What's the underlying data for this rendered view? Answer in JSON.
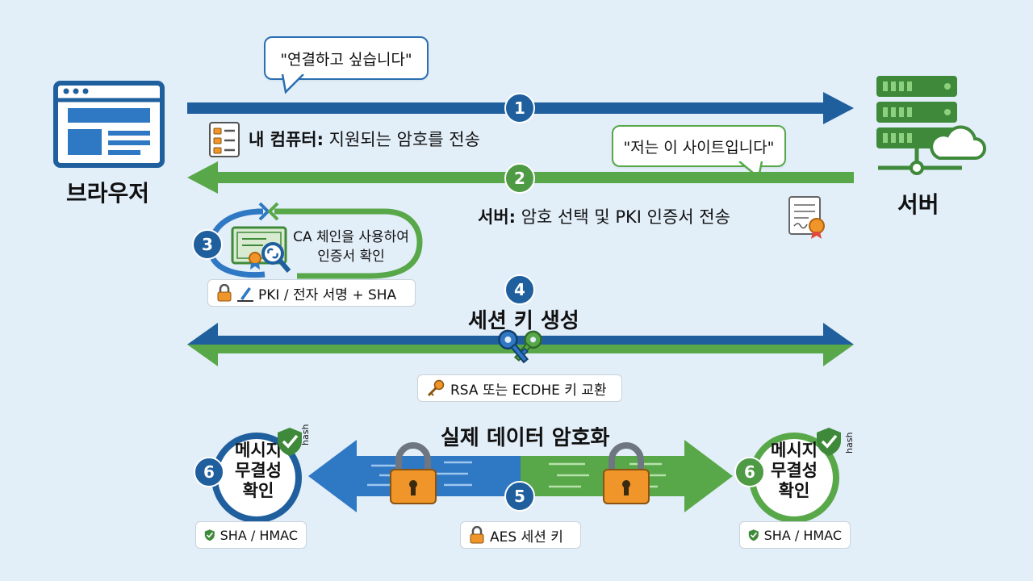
{
  "browser": {
    "label": "브라우저"
  },
  "server": {
    "label": "서버"
  },
  "step1": {
    "number": "1",
    "bubble": "\"연결하고 싶습니다\"",
    "actor": "내 컴퓨터:",
    "text": " 지원되는 암호를 전송"
  },
  "step2": {
    "number": "2",
    "bubble": "\"저는 이 사이트입니다\"",
    "actor": "서버:",
    "text": " 암호 선택 및 PKI 인증서 전송"
  },
  "step3": {
    "number": "3",
    "line1": "CA 체인을 사용하여",
    "line2": "인증서 확인",
    "tag": "PKI / 전자 서명 + SHA"
  },
  "step4": {
    "number": "4",
    "title": "세션 키 생성",
    "tag": "RSA 또는 ECDHE 키 교환"
  },
  "step5": {
    "number": "5",
    "title": "실제 데이터 암호화",
    "tag": "AES 세션 키"
  },
  "step6": {
    "number": "6",
    "line1": "메시지",
    "line2": "무결성",
    "line3": "확인",
    "hash": "hash",
    "tag": "SHA / HMAC"
  },
  "colors": {
    "blue": "#1f5f9e",
    "blue_light": "#2f78c4",
    "green": "#58a84a",
    "orange": "#f0952a",
    "background": "#e2eef8"
  },
  "icons": [
    "browser-window-icon",
    "server-rack-icon",
    "cloud-icon",
    "lock-icon",
    "key-icon",
    "certificate-icon",
    "shield-check-icon",
    "magnifier-icon"
  ]
}
